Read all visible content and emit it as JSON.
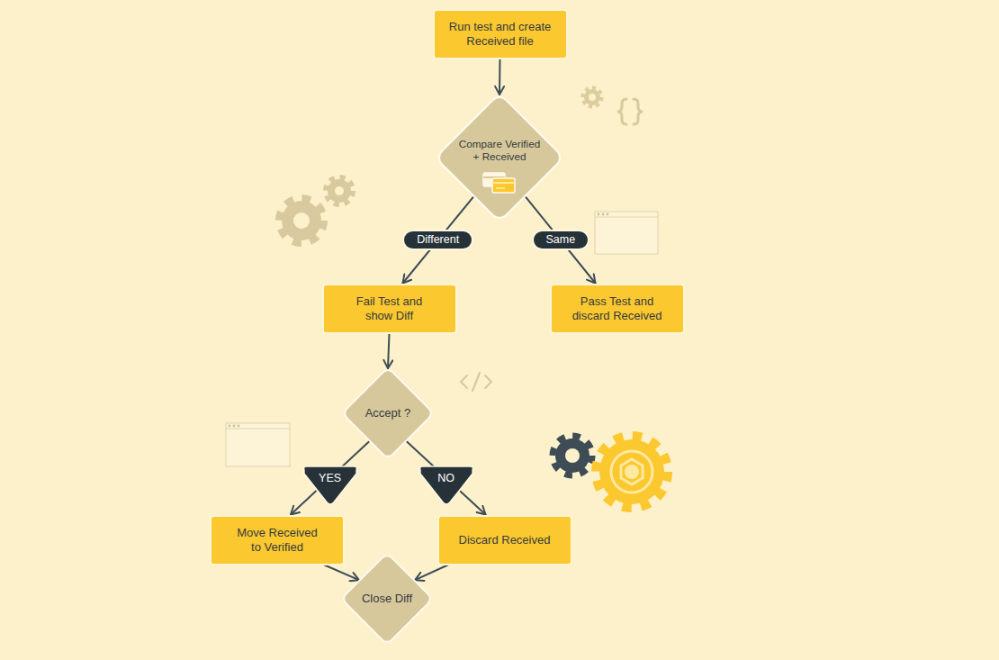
{
  "diagram": {
    "nodes": [
      {
        "text": [
          "Run test and create Received file"
        ]
      },
      {
        "text": [
          "Compare Verified + Received"
        ]
      },
      {
        "text": [
          "Fail Test and show Diff"
        ]
      },
      {
        "text": [
          "Pass Test and discard Received"
        ]
      },
      {
        "text": [
          "Accept ?"
        ]
      },
      {
        "text": [
          "Move Received to Verified"
        ]
      },
      {
        "text": [
          "Discard Received"
        ]
      },
      {
        "text": [
          "Close Diff"
        ]
      }
    ],
    "edges": [
      {
        "from": 0,
        "to": 1,
        "arrow": "to"
      },
      {
        "from": 1,
        "to": 2,
        "label": "Different",
        "arrow": "to"
      },
      {
        "from": 1,
        "to": 3,
        "label": "Same",
        "arrow": "to"
      },
      {
        "from": 2,
        "to": 4,
        "arrow": "to"
      },
      {
        "from": 4,
        "to": 5,
        "label": "YES",
        "arrow": "to"
      },
      {
        "from": 4,
        "to": 6,
        "label": "NO",
        "arrow": "to"
      },
      {
        "from": 5,
        "to": 7,
        "arrow": "to"
      },
      {
        "from": 6,
        "to": 7,
        "arrow": "to"
      }
    ]
  }
}
